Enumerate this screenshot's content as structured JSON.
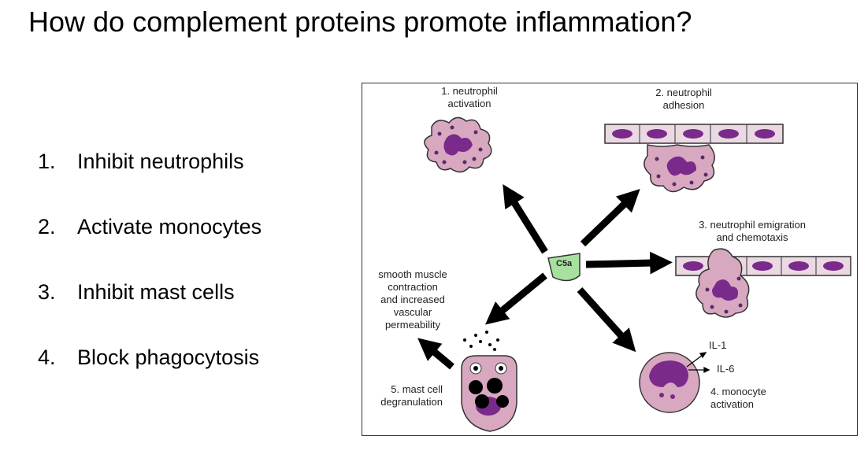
{
  "slide": {
    "title": "How do complement proteins promote inflammation?"
  },
  "options": [
    {
      "number": "1.",
      "text": "Inhibit neutrophils"
    },
    {
      "number": "2.",
      "text": "Activate monocytes"
    },
    {
      "number": "3.",
      "text": "Inhibit mast cells"
    },
    {
      "number": "4.",
      "text": "Block phagocytosis"
    }
  ],
  "figure": {
    "center": "C5a",
    "labels": {
      "neutrophil_activation": [
        "1. neutrophil",
        "activation"
      ],
      "neutrophil_adhesion": [
        "2. neutrophil",
        "adhesion"
      ],
      "neutrophil_emigration": [
        "3. neutrophil emigration",
        "and chemotaxis"
      ],
      "smooth_muscle": [
        "smooth muscle",
        "contraction",
        "and increased",
        "vascular",
        "permeability"
      ],
      "mast_cell": [
        "5. mast cell",
        "degranulation"
      ],
      "monocyte": [
        "4. monocyte",
        "activation"
      ],
      "il1": "IL-1",
      "il6": "IL-6"
    }
  },
  "colors": {
    "cell_fill": "#d8a8c0",
    "nucleus": "#7a2a8a",
    "granule": "#5a2a6a",
    "endothelium": "#c89ab4",
    "c5a_fill": "#a8e0a0"
  }
}
